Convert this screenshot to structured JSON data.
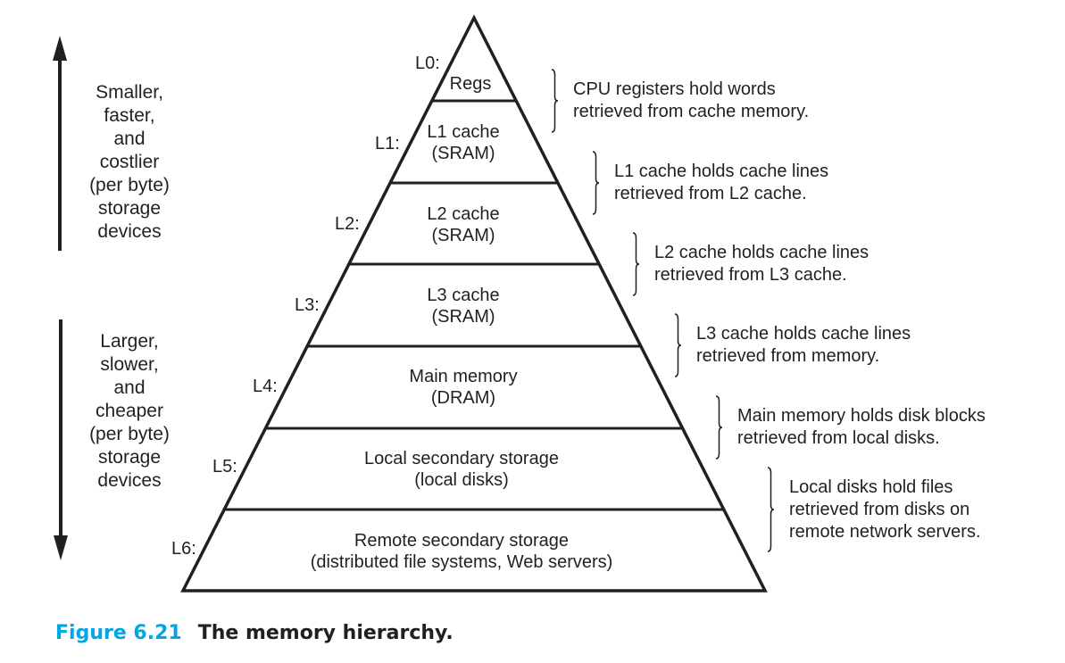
{
  "left_annotations": {
    "up": {
      "lines": [
        "Smaller,",
        "faster,",
        "and",
        "costlier",
        "(per byte)",
        "storage",
        "devices"
      ]
    },
    "down": {
      "lines": [
        "Larger,",
        "slower,",
        "and",
        "cheaper",
        "(per byte)",
        "storage",
        "devices"
      ]
    }
  },
  "levels": [
    {
      "id": "L0:",
      "name_lines": [
        "Regs"
      ],
      "description_lines": [
        "CPU registers hold words",
        "retrieved from cache memory."
      ]
    },
    {
      "id": "L1:",
      "name_lines": [
        "L1 cache",
        "(SRAM)"
      ],
      "description_lines": [
        "L1 cache holds cache lines",
        "retrieved from L2 cache."
      ]
    },
    {
      "id": "L2:",
      "name_lines": [
        "L2 cache",
        "(SRAM)"
      ],
      "description_lines": [
        "L2 cache holds cache lines",
        "retrieved from L3 cache."
      ]
    },
    {
      "id": "L3:",
      "name_lines": [
        "L3 cache",
        "(SRAM)"
      ],
      "description_lines": [
        "L3 cache holds cache lines",
        "retrieved from memory."
      ]
    },
    {
      "id": "L4:",
      "name_lines": [
        "Main memory",
        "(DRAM)"
      ],
      "description_lines": [
        "Main memory holds disk blocks",
        "retrieved from local disks."
      ]
    },
    {
      "id": "L5:",
      "name_lines": [
        "Local secondary storage",
        "(local disks)"
      ],
      "description_lines": [
        "Local disks hold files",
        "retrieved from disks on",
        "remote network servers."
      ]
    },
    {
      "id": "L6:",
      "name_lines": [
        "Remote secondary storage",
        "(distributed file systems, Web servers)"
      ],
      "description_lines": []
    }
  ],
  "caption": {
    "figure": "Figure 6.21",
    "title": "The memory hierarchy."
  },
  "colors": {
    "caption_accent": "#00a6e6",
    "ink": "#231f20"
  }
}
